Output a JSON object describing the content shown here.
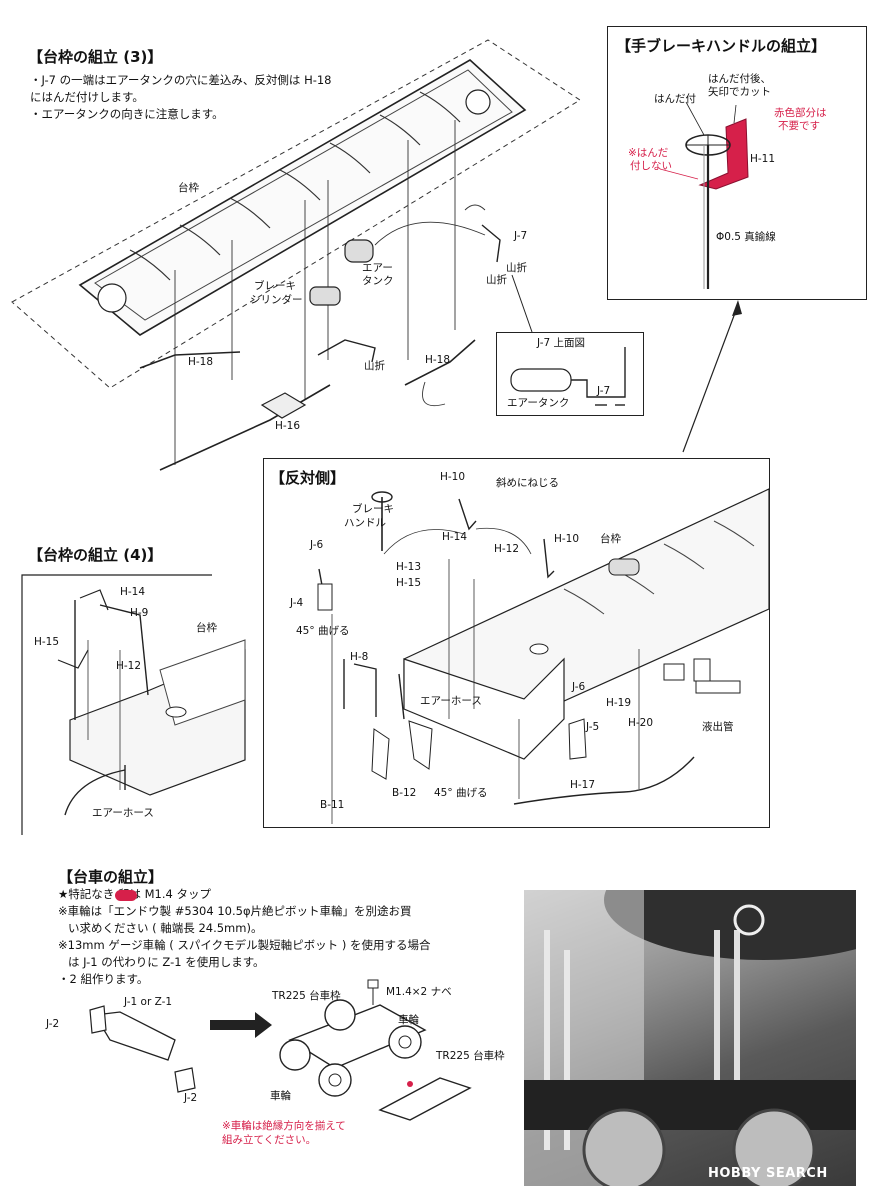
{
  "frame3": {
    "title": "【台枠の組立 (3)】",
    "notes": [
      "・J-7 の一端はエアータンクの穴に差込み、反対側は H-18",
      "にはんだ付けします。",
      "・エアータンクの向きに注意します。"
    ],
    "labels": {
      "frame": "台枠",
      "j7": "J-7",
      "tank1": "エアー",
      "tank2": "タンク",
      "brake1": "ブレーキ",
      "brake2": "シリンダー",
      "yamaori1": "山折",
      "yamaori2": "山折",
      "h18a": "H-18",
      "h18b": "H-18",
      "h16": "H-16"
    },
    "inset": {
      "title": "J-7 上面図",
      "tank": "エアータンク",
      "j7": "J-7"
    }
  },
  "handbrake": {
    "title": "【手ブレーキハンドルの組立】",
    "labels": {
      "after1": "はんだ付後、",
      "after2": "矢印でカット",
      "soldered": "はんだ付",
      "red1": "赤色部分は",
      "red2": "不要です",
      "nosolder1": "※はんだ",
      "nosolder2": "付しない",
      "h11": "H-11",
      "wire": "Φ0.5 真鍮線"
    }
  },
  "frame4": {
    "title": "【台枠の組立 (4)】",
    "labels": {
      "h14": "H-14",
      "h9": "H-9",
      "h15": "H-15",
      "h12": "H-12",
      "frame": "台枠",
      "hose": "エアーホース"
    }
  },
  "opposite": {
    "title": "【反対側】",
    "labels": {
      "h10a": "H-10",
      "twist": "斜めにねじる",
      "brake1": "ブレーキ",
      "brake2": "ハンドル",
      "h10b": "H-10",
      "frame": "台枠",
      "j6a": "J-6",
      "h14": "H-14",
      "h12": "H-12",
      "h13": "H-13",
      "h15": "H-15",
      "j4": "J-4",
      "bend45a": "45°  曲げる",
      "h8": "H-8",
      "hose": "エアーホース",
      "j6b": "J-6",
      "h19": "H-19",
      "j5": "J-5",
      "h20": "H-20",
      "drain": "液出管",
      "b11": "B-11",
      "b12": "B-12",
      "bend45b": "45°  曲げる",
      "h17": "H-17"
    }
  },
  "bogie": {
    "title": "【台車の組立】",
    "notes": [
      "★特記なき      印は M1.4 タップ",
      "※車輪は「エンドウ製 #5304 10.5φ片絶ピボット車輪」を別途お買",
      "い求めください ( 軸端長 24.5mm)。",
      "※13mm ゲージ車輪 ( スパイクモデル製短軸ピボット ) を使用する場合",
      "は J-1 の代わりに Z-1 を使用します。",
      "・2 組作ります。"
    ],
    "labels": {
      "j2a": "J-2",
      "j1": "J-1 or Z-1",
      "j2b": "J-2",
      "tr225a": "TR225 台車枠",
      "screw": "M1.4×2 ナベ",
      "wheel1": "車輪",
      "wheel2": "車輪",
      "tr225b": "TR225 台車枠"
    },
    "warning": [
      "※車輪は絶縁方向を揃えて",
      "組み立てください。"
    ]
  },
  "watermark": "HOBBY SEARCH",
  "colors": {
    "accent_red": "#d6204a",
    "line": "#222222"
  }
}
